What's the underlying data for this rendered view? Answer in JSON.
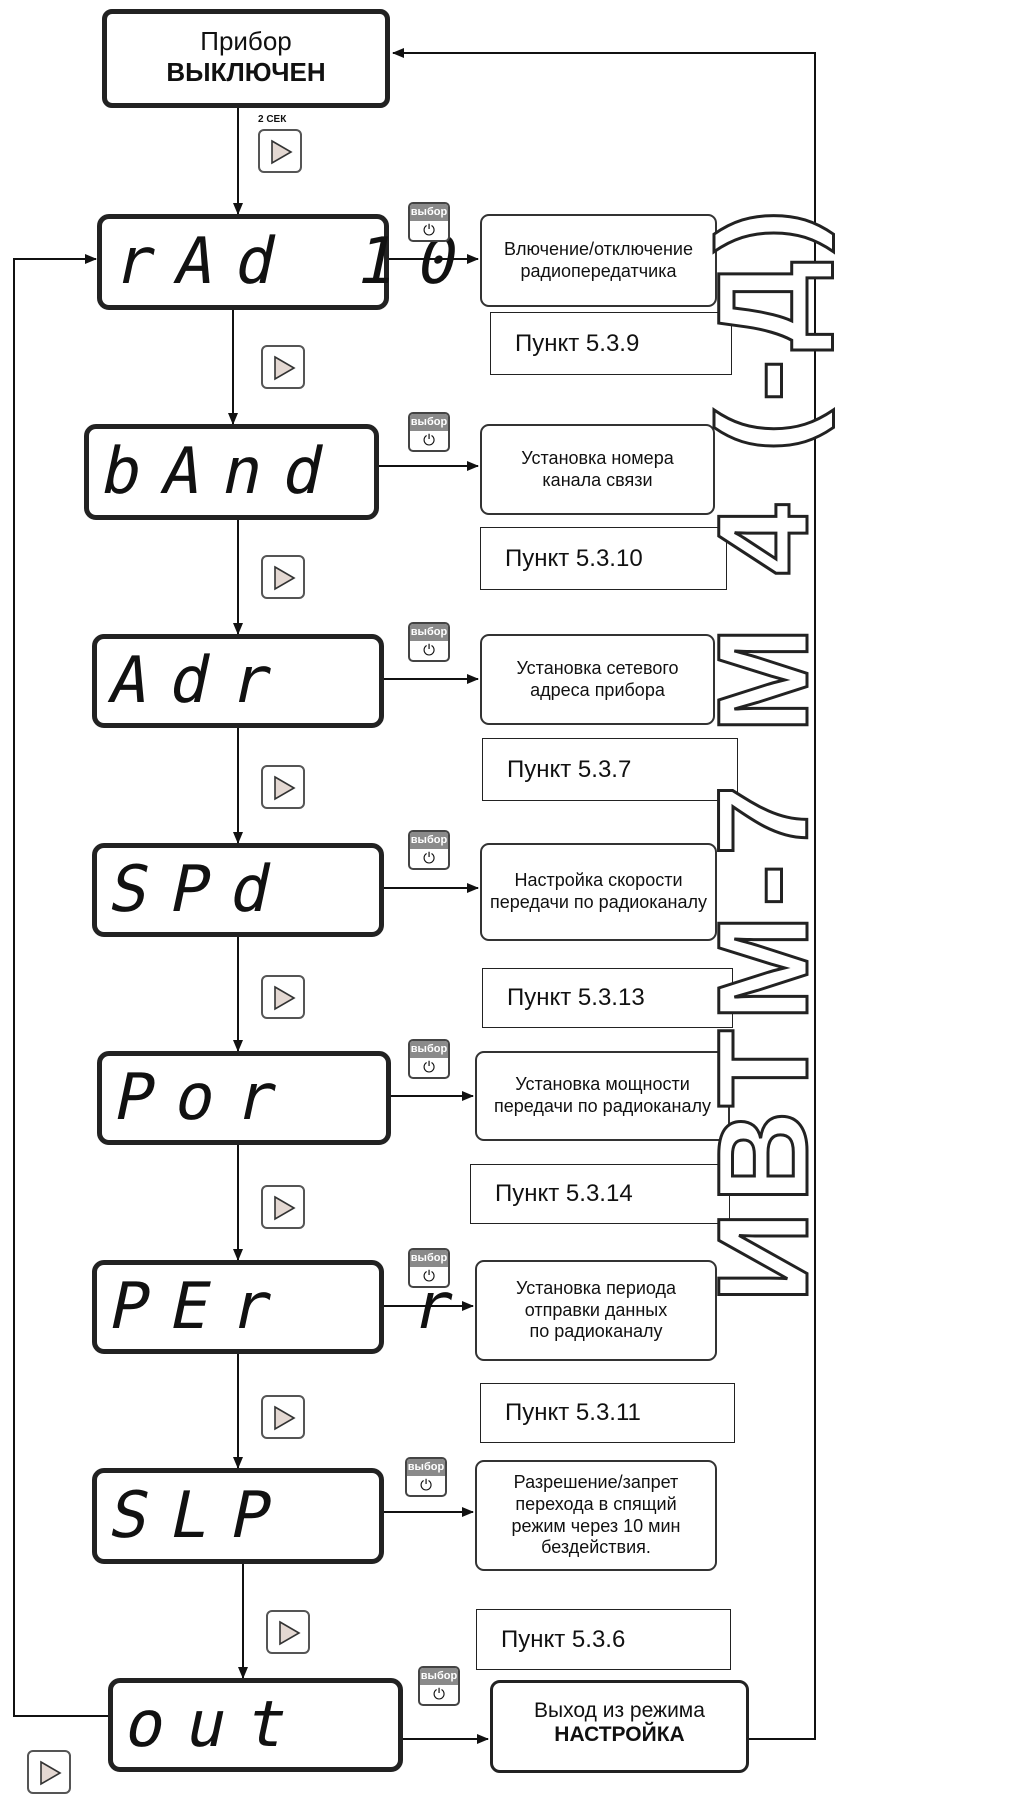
{
  "off_box": {
    "line1": "Прибор",
    "line2": "ВЫКЛЮЧЕН"
  },
  "hold_label": "2 СЕК",
  "select_button_label": "выбор",
  "power_symbol": "⏻",
  "steps": [
    {
      "display": "rAd 10",
      "description": "Влючение/отключение\nрадиопередатчика",
      "ref": "Пункт 5.3.9"
    },
    {
      "display": "bAnd",
      "description": "Установка номера\nканала связи",
      "ref": "Пункт 5.3.10"
    },
    {
      "display": "Adr",
      "description": "Установка сетевого\nадреса прибора",
      "ref": "Пункт 5.3.7"
    },
    {
      "display": "SPd",
      "description": "Настройка скорости\nпередачи по радиоканалу",
      "ref": "Пункт 5.3.13"
    },
    {
      "display": "Por",
      "description": "Установка мощности\nпередачи по радиоканалу",
      "ref": "Пункт 5.3.14"
    },
    {
      "display": "PEr  r",
      "description": "Установка периода\nотправки данных\nпо радиоканалу",
      "ref": "Пункт 5.3.11"
    },
    {
      "display": "SLP",
      "description": "Разрешение/запрет\nперехода в спящий\nрежим через 10 мин\nбездействия.",
      "ref": "Пункт 5.3.6"
    }
  ],
  "exit": {
    "display": "out",
    "line1": "Выход из режима",
    "line2": "НАСТРОЙКА"
  },
  "model_title": "ИВТМ-7 М 4 (-Д)"
}
